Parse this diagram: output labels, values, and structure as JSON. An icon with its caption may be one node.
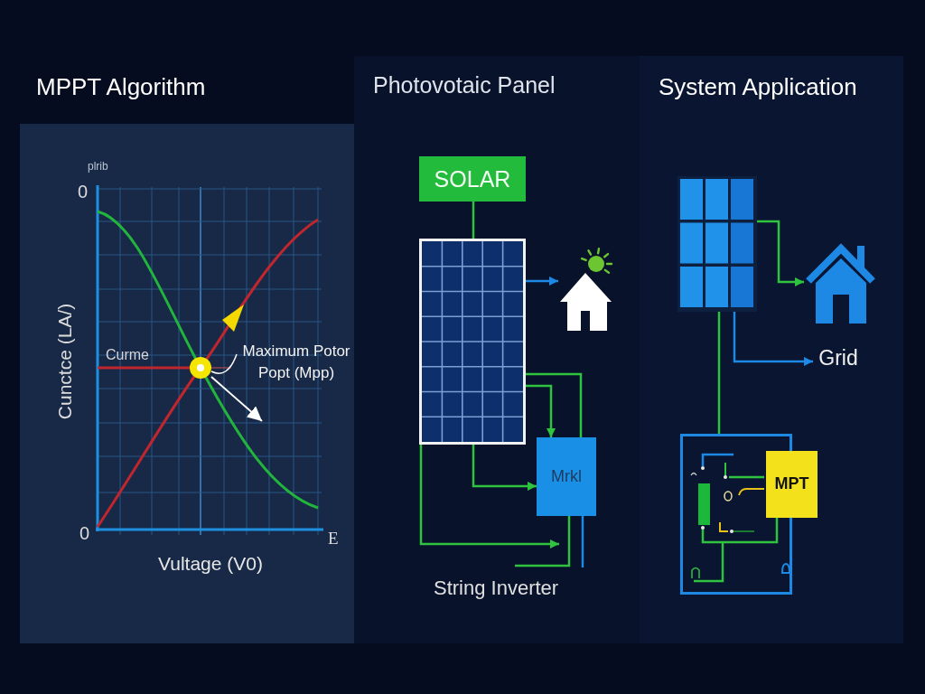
{
  "diagram": {
    "nodes": [
      {
        "text": [
          "MPPT Algorithm"
        ]
      },
      {
        "text": [
          "Maximum Potor Popt (Mpp)"
        ],
        "in": 0
      },
      {
        "text": [],
        "shape": "circle",
        "in": 0
      },
      {
        "text": [
          "Photovotaic Panel"
        ]
      },
      {
        "text": [
          "SOLAR"
        ],
        "in": 3
      },
      {
        "text": [],
        "shape": "picture",
        "in": 3
      },
      {
        "text": [],
        "shape": "picture",
        "in": 3
      },
      {
        "text": [
          "Mrkl"
        ],
        "in": 3
      },
      {
        "text": [
          "System Application"
        ]
      },
      {
        "text": [],
        "shape": "picture",
        "in": 8
      },
      {
        "text": [],
        "shape": "picture",
        "in": 8
      },
      {
        "text": [
          "Grid"
        ],
        "in": 8
      },
      {
        "text": [],
        "shape": "box",
        "in": 8
      },
      {
        "text": [
          "MPT"
        ],
        "in": 8
      }
    ],
    "edges": [
      {
        "from": 1,
        "to": 2,
        "arrow": "none",
        "color": "#ffffff"
      },
      {
        "from": 2,
        "to": null,
        "arrow": "to",
        "color": "#ffffff"
      },
      {
        "from": 4,
        "to": 5,
        "arrow": "none"
      },
      {
        "from": 5,
        "to": 6,
        "arrow": "to",
        "color": "#1e88e5"
      },
      {
        "from": 5,
        "to": 7,
        "arrow": "none"
      },
      {
        "from": 5,
        "to": 7,
        "arrow": "to"
      },
      {
        "from": 5,
        "to": 7,
        "arrow": "to"
      },
      {
        "from": 5,
        "to": null,
        "arrow": "to"
      },
      {
        "from": 7,
        "to": null,
        "arrow": "none"
      },
      {
        "from": 7,
        "to": null,
        "arrow": "none",
        "color": "#1e88e5"
      },
      {
        "from": 9,
        "to": 10,
        "arrow": "to"
      },
      {
        "from": 9,
        "to": 11,
        "arrow": "to",
        "color": "#1e88e5"
      },
      {
        "from": 9,
        "to": 12,
        "arrow": "none"
      }
    ],
    "labels": [
      "plrib",
      "0",
      "Cunctce (LA/)",
      "Curme",
      "0",
      "E",
      "Vultage (V0)",
      "String Inverter"
    ]
  }
}
